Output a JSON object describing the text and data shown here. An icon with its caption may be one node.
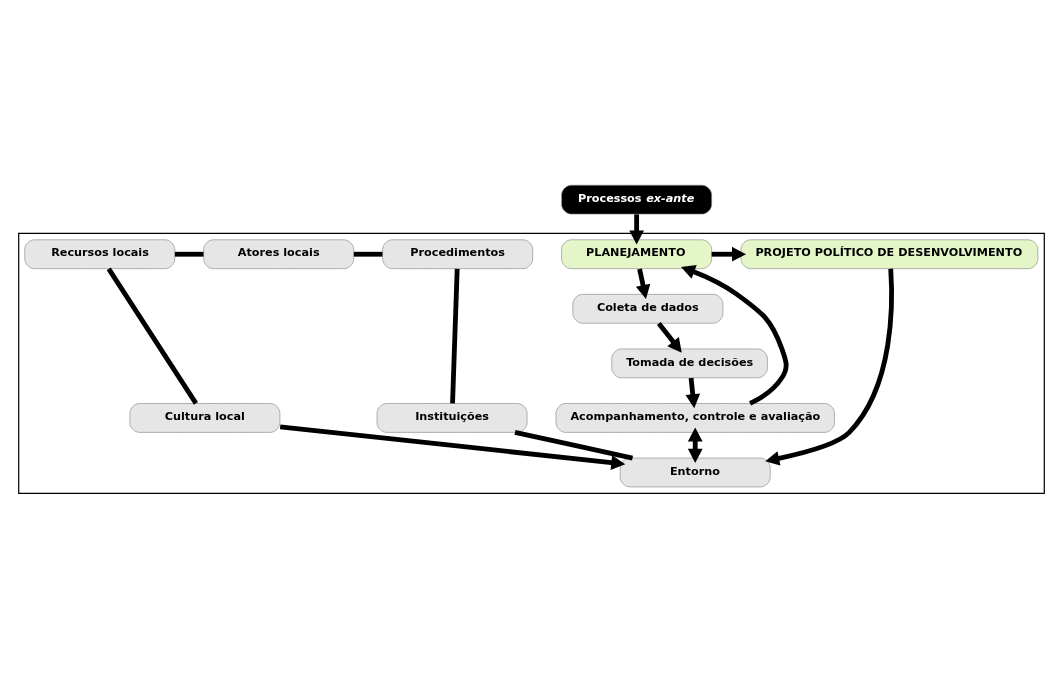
{
  "diagram": {
    "nodes": [
      {
        "text": [
          "Processos *ex-ante*"
        ]
      },
      {
        "text": [],
        "shape": "box"
      },
      {
        "text": [
          "PLANEJAMENTO"
        ],
        "in": 1
      },
      {
        "text": [
          "PROJETO POLÍTICO DE DESENVOLVIMENTO"
        ],
        "in": 1
      },
      {
        "text": [
          "Coleta de dados"
        ],
        "in": 1
      },
      {
        "text": [
          "Tomada de decisões"
        ],
        "in": 1
      },
      {
        "text": [
          "Acompanhamento, controle e avaliação"
        ],
        "in": 1
      },
      {
        "text": [
          "Entorno"
        ],
        "in": 1
      },
      {
        "text": [
          "Instituições"
        ],
        "in": 1
      },
      {
        "text": [
          "Procedimentos"
        ],
        "in": 1
      },
      {
        "text": [
          "Atores locais"
        ],
        "in": 1
      },
      {
        "text": [
          "Recursos locais"
        ],
        "in": 1
      },
      {
        "text": [
          "Cultura local"
        ],
        "in": 1
      }
    ],
    "edges": [
      {
        "from": 0,
        "to": 2,
        "arrow": "to"
      },
      {
        "from": 2,
        "to": 3,
        "arrow": "to"
      },
      {
        "from": 2,
        "to": 4,
        "arrow": "to"
      },
      {
        "from": 4,
        "to": 5,
        "arrow": "to"
      },
      {
        "from": 5,
        "to": 6,
        "arrow": "to"
      },
      {
        "from": 6,
        "to": 2,
        "arrow": "to"
      },
      {
        "from": 3,
        "to": 7,
        "arrow": "to"
      },
      {
        "from": 6,
        "to": 7,
        "arrow": "both"
      },
      {
        "from": 7,
        "to": 8,
        "arrow": "none"
      },
      {
        "from": 8,
        "to": 9,
        "arrow": "none"
      },
      {
        "from": 9,
        "to": 10,
        "arrow": "none"
      },
      {
        "from": 10,
        "to": 11,
        "arrow": "none"
      },
      {
        "from": 11,
        "to": 12,
        "arrow": "none"
      },
      {
        "from": 12,
        "to": 7,
        "arrow": "to"
      }
    ]
  }
}
